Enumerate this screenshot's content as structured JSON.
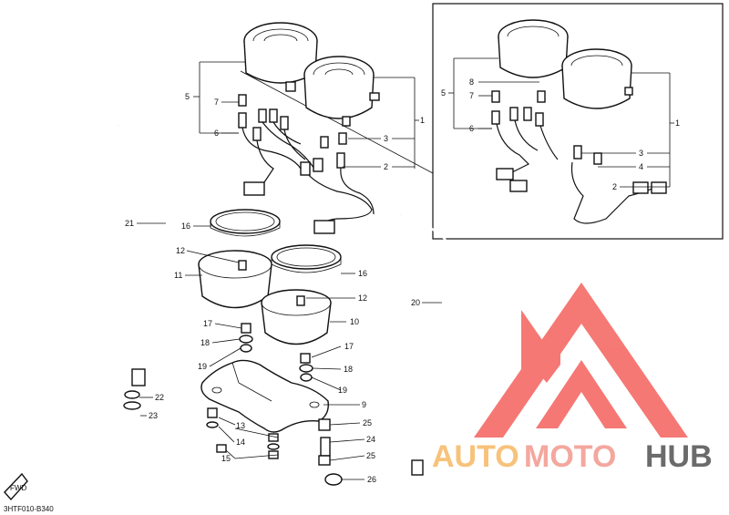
{
  "diagram_code": "3HTF010-B340",
  "fwd_label": "FWD",
  "watermark": {
    "text_a": "AUTO",
    "text_b": "MOTO",
    "text_c": "HUB",
    "color_a": "#f7c27a",
    "color_b": "#f4a79e",
    "color_c": "#6b6b6b",
    "logo_color": "#f46a66"
  },
  "callouts": [
    {
      "id": "5",
      "label": "5"
    },
    {
      "id": "7",
      "label": "7"
    },
    {
      "id": "6",
      "label": "6"
    },
    {
      "id": "3",
      "label": "3"
    },
    {
      "id": "2",
      "label": "2"
    },
    {
      "id": "1",
      "label": "1"
    },
    {
      "id": "21",
      "label": "21"
    },
    {
      "id": "16a",
      "label": "16"
    },
    {
      "id": "12a",
      "label": "12"
    },
    {
      "id": "11",
      "label": "11"
    },
    {
      "id": "16b",
      "label": "16"
    },
    {
      "id": "12b",
      "label": "12"
    },
    {
      "id": "10",
      "label": "10"
    },
    {
      "id": "17a",
      "label": "17"
    },
    {
      "id": "18a",
      "label": "18"
    },
    {
      "id": "19a",
      "label": "19"
    },
    {
      "id": "17b",
      "label": "17"
    },
    {
      "id": "18b",
      "label": "18"
    },
    {
      "id": "19b",
      "label": "19"
    },
    {
      "id": "22",
      "label": "22"
    },
    {
      "id": "23",
      "label": "23"
    },
    {
      "id": "9",
      "label": "9"
    },
    {
      "id": "13",
      "label": "13"
    },
    {
      "id": "14",
      "label": "14"
    },
    {
      "id": "15",
      "label": "15"
    },
    {
      "id": "25a",
      "label": "25"
    },
    {
      "id": "24",
      "label": "24"
    },
    {
      "id": "25b",
      "label": "25"
    },
    {
      "id": "26",
      "label": "26"
    },
    {
      "id": "20",
      "label": "20"
    },
    {
      "id": "i5",
      "label": "5"
    },
    {
      "id": "i8",
      "label": "8"
    },
    {
      "id": "i7",
      "label": "7"
    },
    {
      "id": "i6",
      "label": "6"
    },
    {
      "id": "i1",
      "label": "1"
    },
    {
      "id": "i3",
      "label": "3"
    },
    {
      "id": "i4",
      "label": "4"
    },
    {
      "id": "i2",
      "label": "2"
    }
  ]
}
